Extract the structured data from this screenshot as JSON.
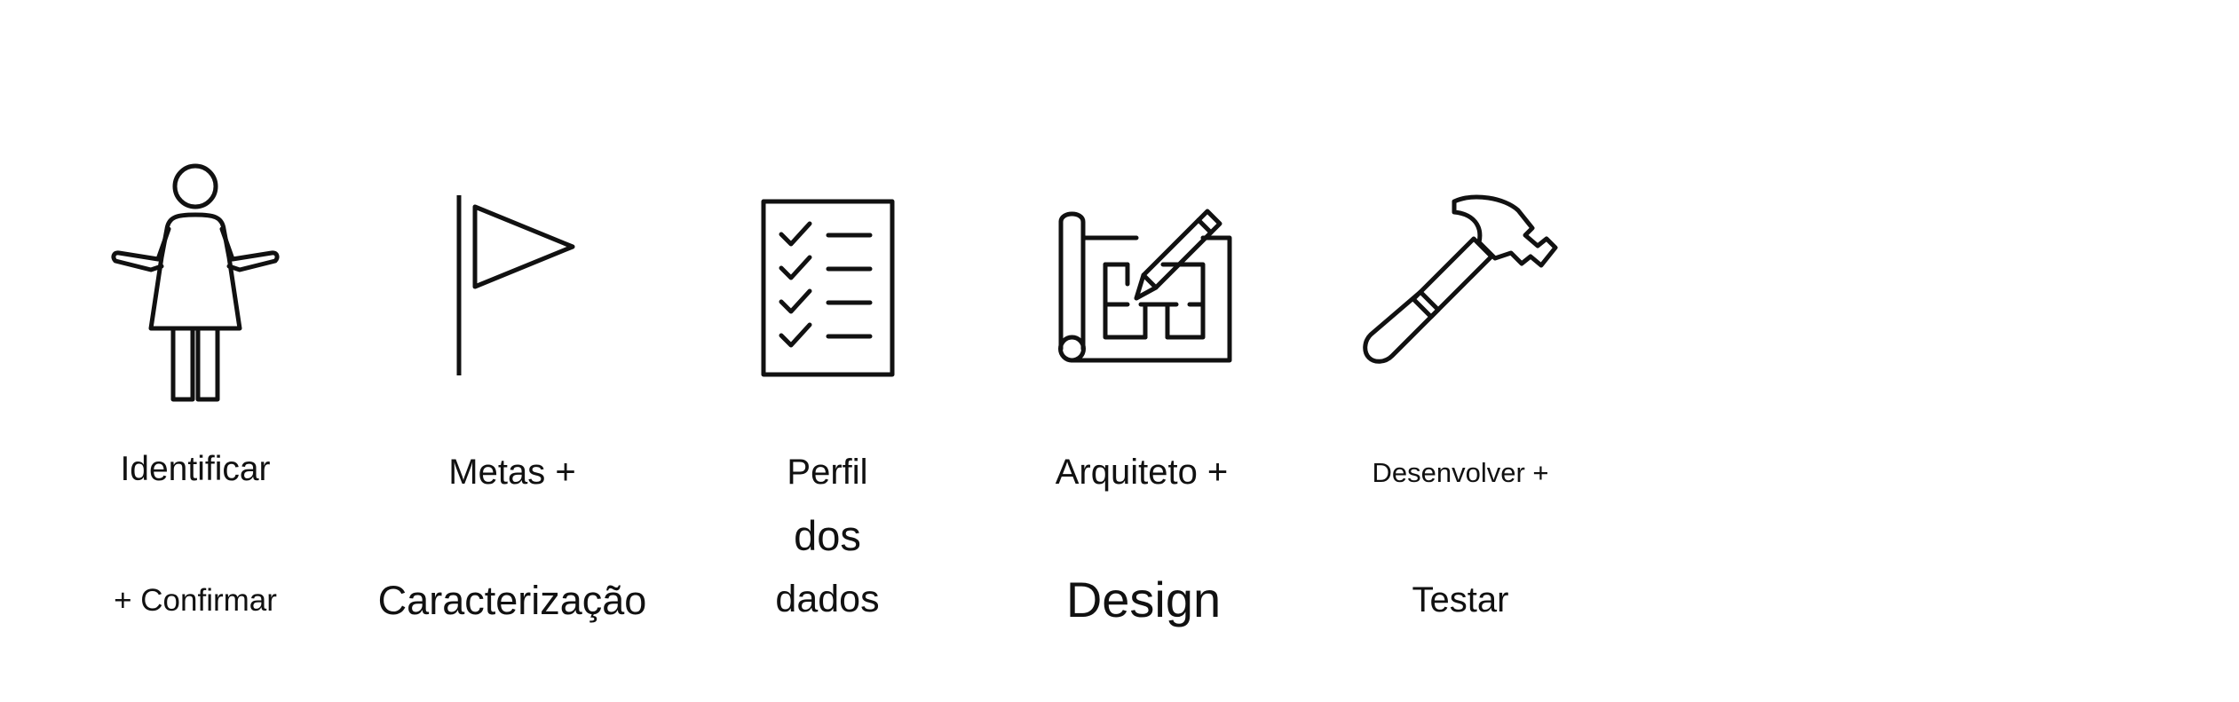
{
  "stages": [
    {
      "icon": "person-shrug-icon",
      "line1": "Identificar",
      "line2": "+ Confirmar"
    },
    {
      "icon": "flag-icon",
      "line1": "Metas +",
      "line2": "Caracterização"
    },
    {
      "icon": "checklist-icon",
      "line1": "Perfil",
      "line_mid": "dos",
      "line2": "dados"
    },
    {
      "icon": "blueprint-pencil-icon",
      "line1": "Arquiteto +",
      "line2": "Design"
    },
    {
      "icon": "hammer-icon",
      "line1": "Desenvolver +",
      "line2": "Testar"
    }
  ],
  "colors": {
    "stroke": "#111111",
    "background": "#ffffff"
  }
}
